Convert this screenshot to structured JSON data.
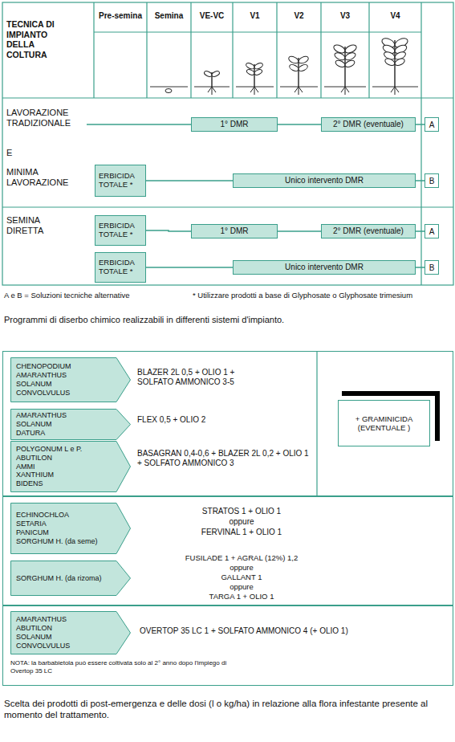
{
  "diagram": {
    "caption": "Scelta dei prodotti di post-emergenza e delle dosi (l o kg/ha) in relazione alla flora infestante presente al momento del trattamento.",
    "nodes": [
      {
        "text": [
          "1° DMR"
        ]
      },
      {
        "text": [
          "2° DMR (eventuale)"
        ]
      },
      {
        "text": [
          "A"
        ]
      },
      {
        "text": [
          "ERBICIDA TOTALE *"
        ]
      },
      {
        "text": [
          "Unico intervento DMR"
        ]
      },
      {
        "text": [
          "B"
        ]
      },
      {
        "text": [
          "ERBICIDA TOTALE *"
        ]
      },
      {
        "text": [
          "1° DMR"
        ]
      },
      {
        "text": [
          "2° DMR (eventuale)"
        ]
      },
      {
        "text": [
          "A"
        ]
      },
      {
        "text": [
          "ERBICIDA TOTALE *"
        ]
      },
      {
        "text": [
          "Unico intervento DMR"
        ]
      },
      {
        "text": [
          "B"
        ]
      },
      {
        "text": [
          "BLAZER 2L 0,5 + OLIO 1 + SOLFATO AMMONICO 3-5",
          "FLEX 0,5 + OLIO 2",
          "BASAGRAN 0,4-0,6 + BLAZER 2L 0,2 + OLIO 1 + SOLFATO AMMONICO 3"
        ]
      },
      {
        "text": [
          "CHENOPODIUM",
          "AMARANTHUS",
          "SOLANUM",
          "CONVOLVULUS"
        ],
        "in": 13
      },
      {
        "text": [
          "AMARANTHUS",
          "SOLANUM",
          "DATURA"
        ],
        "in": 13
      },
      {
        "text": [
          "POLYGONUM L e P.",
          "ABUTILON",
          "AMMI",
          "XANTHIUM",
          "BIDENS"
        ],
        "in": 13
      },
      {
        "text": [
          "+ GRAMINICIDA (EVENTUALE )"
        ],
        "in": 13
      },
      {
        "text": [
          "STRATOS 1 + OLIO 1",
          "oppure",
          "FERVINAL 1 + OLIO 1",
          "FUSILADE 1 + AGRAL (12%) 1,2",
          "oppure",
          "GALLANT 1",
          "oppure",
          "TARGA 1 + OLIO 1"
        ]
      },
      {
        "text": [
          "ECHINOCHLOA",
          "SETARIA",
          "PANICUM",
          "SORGHUM H. (da seme)"
        ],
        "in": 18
      },
      {
        "text": [
          "SORGHUM H. (da rizoma)"
        ],
        "in": 18
      },
      {
        "text": [
          "OVERTOP 35 LC 1 + SOLFATO AMMONICO 4 (+ OLIO 1)",
          "NOTA: la barbabietola può essere coltivata solo al 2° anno dopo l'impiego di Overtop 35 LC"
        ]
      },
      {
        "text": [
          "AMARANTHUS",
          "ABUTILON",
          "SOLANUM",
          "CONVOLVULUS"
        ],
        "in": 21
      }
    ],
    "edges": [
      {
        "from": 0,
        "to": 1,
        "arrow": "none"
      },
      {
        "from": 1,
        "to": 2,
        "arrow": "none"
      },
      {
        "from": 3,
        "to": 4,
        "arrow": "none"
      },
      {
        "from": 4,
        "to": 5,
        "arrow": "none"
      },
      {
        "from": 6,
        "to": 7,
        "arrow": "none"
      },
      {
        "from": 7,
        "to": 8,
        "arrow": "none"
      },
      {
        "from": 8,
        "to": 9,
        "arrow": "none"
      },
      {
        "from": 10,
        "to": 11,
        "arrow": "none"
      },
      {
        "from": 11,
        "to": 12,
        "arrow": "none"
      }
    ],
    "labels": [
      "TECNICA DI IMPIANTO DELLA COLTURA",
      "Pre-semina",
      "Semina",
      "VE-VC",
      "V1",
      "V2",
      "V3",
      "V4",
      "LAVORAZIONE TRADIZIONALE",
      "E",
      "MINIMA LAVORAZIONE",
      "SEMINA DIRETTA",
      "A e B = Soluzioni tecniche alternative",
      "* Utilizzare prodotti a base di Glyphosate o Glyphosate trimesium",
      "Programmi di diserbo chimico realizzabili in differenti sistemi d'impianto."
    ]
  }
}
